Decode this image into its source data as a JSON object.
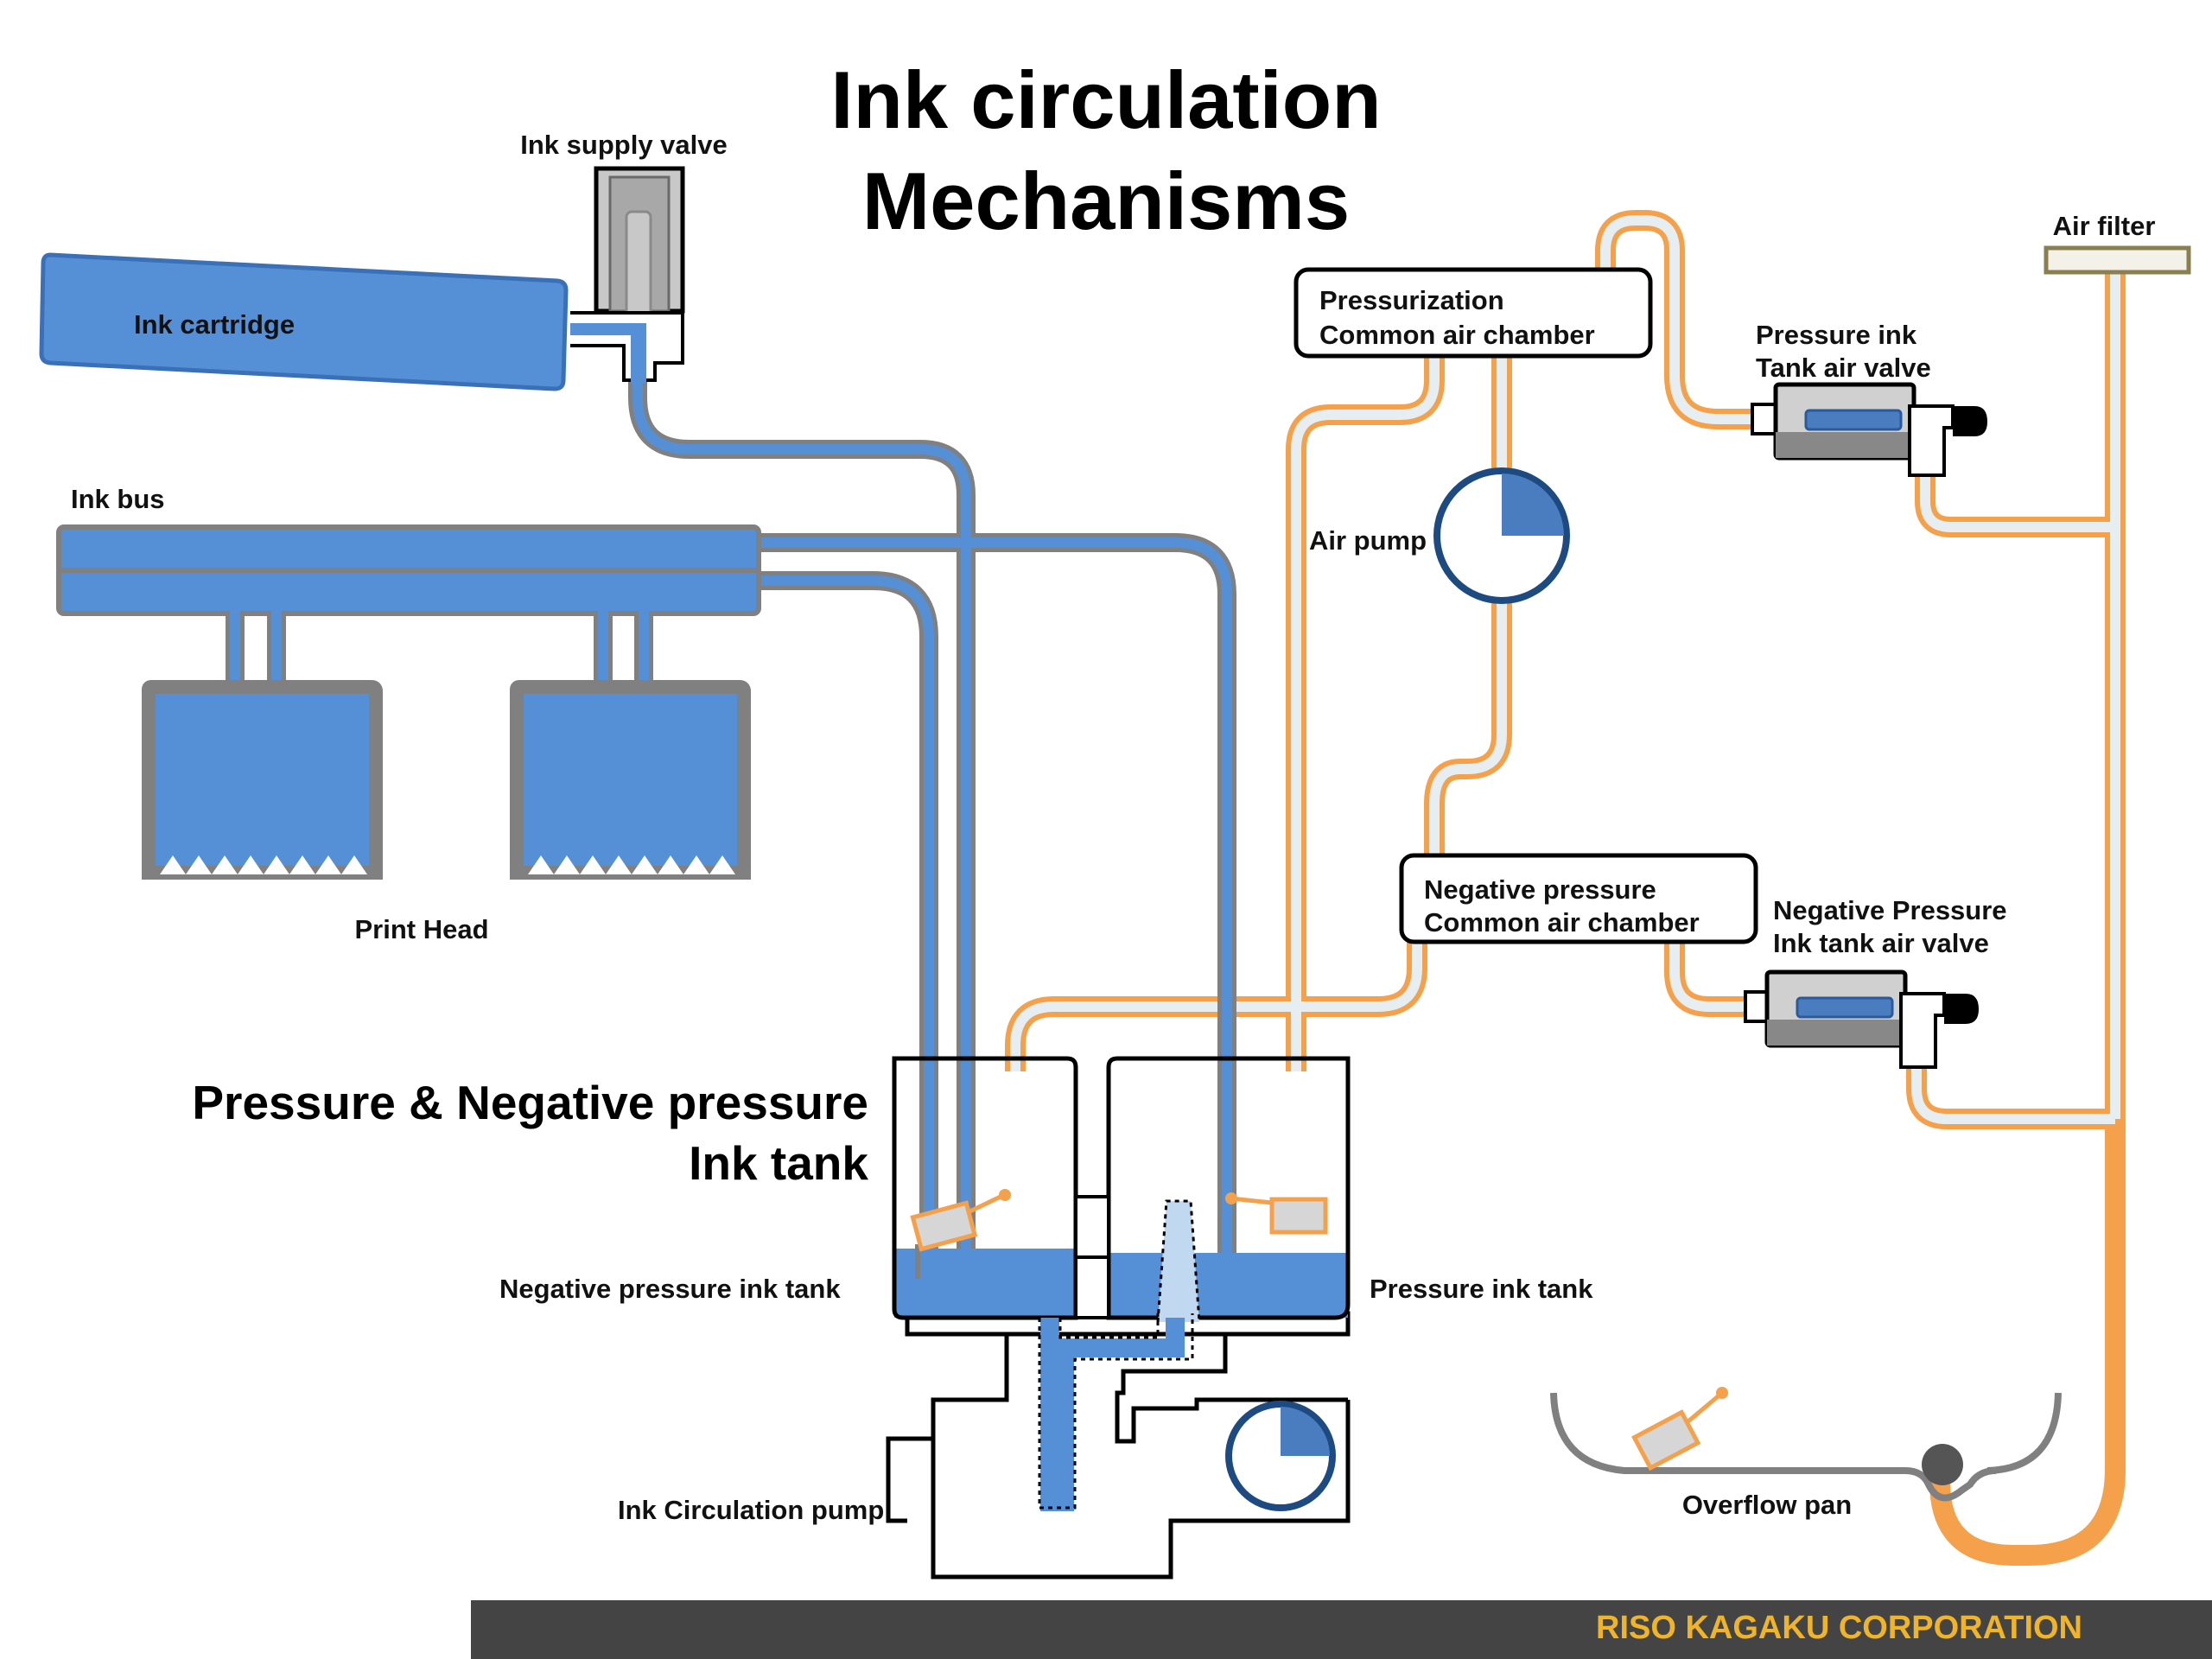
{
  "title": {
    "line1": "Ink circulation",
    "line2": "Mechanisms"
  },
  "labels": {
    "ink_supply_valve": "Ink supply valve",
    "ink_cartridge": "Ink cartridge",
    "ink_bus": "Ink bus",
    "print_head": "Print Head",
    "pressurization_chamber_line1": "Pressurization",
    "pressurization_chamber_line2": "Common air chamber",
    "air_pump": "Air pump",
    "air_filter": "Air filter",
    "pressure_valve_line1": "Pressure ink",
    "pressure_valve_line2": "Tank air valve",
    "negative_chamber_line1": "Negative pressure",
    "negative_chamber_line2": "Common air chamber",
    "negative_valve_line1": "Negative Pressure",
    "negative_valve_line2": "Ink tank air valve",
    "tank_title_line1": "Pressure & Negative pressure",
    "tank_title_line2": "Ink tank",
    "negative_pressure_ink_tank": "Negative pressure ink tank",
    "pressure_ink_tank": "Pressure ink tank",
    "ink_circulation_pump": "Ink Circulation pump",
    "overflow_pan": "Overflow pan"
  },
  "footer": {
    "company": "RISO KAGAKU CORPORATION"
  },
  "colors": {
    "ink": "#5590d6",
    "ink_dark": "#3a70b8",
    "pipe_gray": "#808080",
    "air_orange": "#f5a04a",
    "air_inner": "#e6eef2",
    "pump_navy": "#1d4a80",
    "footer_bg": "#444444",
    "footer_text": "#f0b429"
  }
}
